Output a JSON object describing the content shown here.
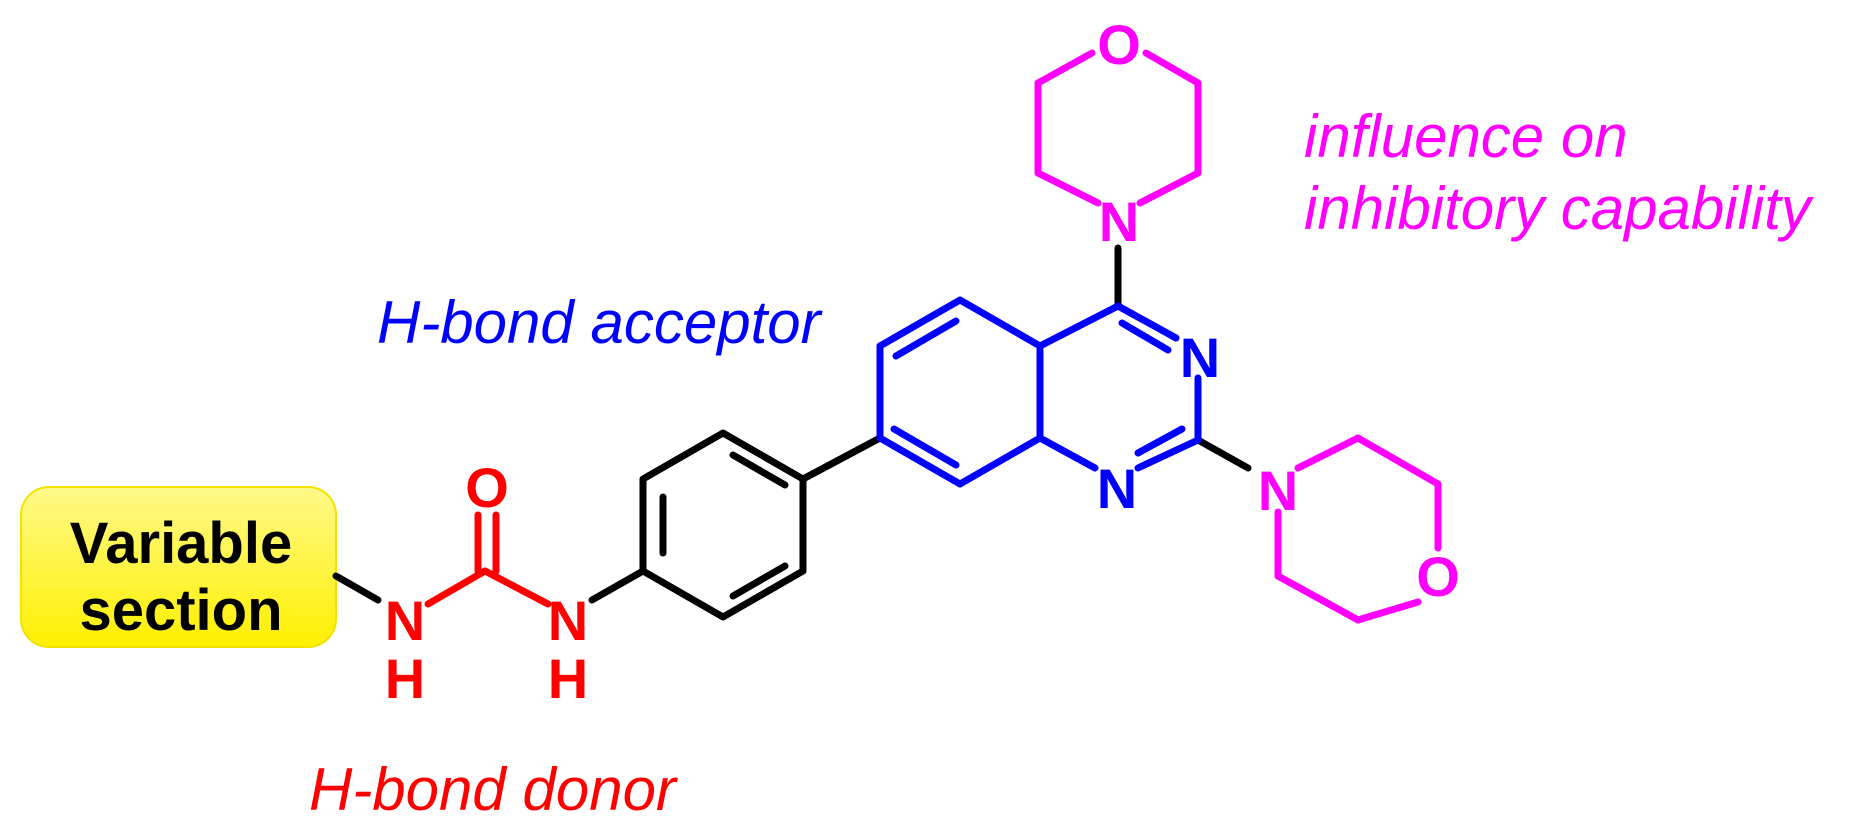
{
  "colors": {
    "donor": "#ff0000",
    "acceptor": "#0000ff",
    "morpholine": "#ff00ff",
    "core": "#000000",
    "box_fill": "#fff44a"
  },
  "variable_box": {
    "line1": "Variable",
    "line2": "section"
  },
  "atoms": {
    "urea_O": "O",
    "urea_N1": "N",
    "urea_H1": "H",
    "urea_N2": "N",
    "urea_H2": "H",
    "quin_N3": "N",
    "quin_N1": "N",
    "morph_top_N": "N",
    "morph_top_O": "O",
    "morph_right_N": "N",
    "morph_right_O": "O"
  },
  "annotations": {
    "acceptor": "H-bond acceptor",
    "donor": "H-bond donor",
    "influence_line1": "influence on",
    "influence_line2": "inhibitory capability"
  }
}
